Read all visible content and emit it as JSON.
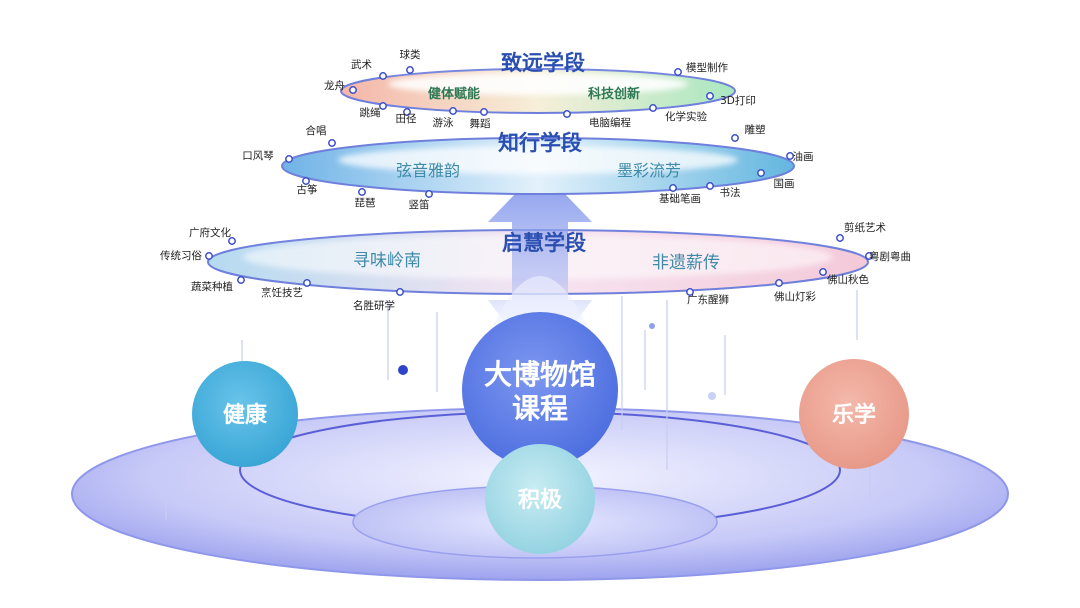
{
  "stages": {
    "top": {
      "title": "致远学段",
      "left_theme": "健体赋能",
      "right_theme": "科技创新",
      "items": [
        "武术",
        "球类",
        "龙舟",
        "跳绳",
        "田径",
        "游泳",
        "舞蹈",
        "电脑编程",
        "化学实验",
        "3D打印",
        "模型制作"
      ]
    },
    "middle": {
      "title": "知行学段",
      "left_theme": "弦音雅韵",
      "right_theme": "墨彩流芳",
      "items": [
        "合唱",
        "口风琴",
        "古筝",
        "琵琶",
        "竖笛",
        "基础笔画",
        "书法",
        "国画",
        "油画",
        "雕塑"
      ]
    },
    "bottom": {
      "title": "启慧学段",
      "left_theme": "寻味岭南",
      "right_theme": "非遗薪传",
      "items": [
        "广府文化",
        "传统习俗",
        "蔬菜种植",
        "烹饪技艺",
        "名胜研学",
        "广东醒狮",
        "佛山灯彩",
        "佛山秋色",
        "粤剧粤曲",
        "剪纸艺术"
      ]
    }
  },
  "core": {
    "center_line1": "大博物馆",
    "center_line2": "课程",
    "left": "健康",
    "right": "乐学",
    "bottom": "积极"
  },
  "colors": {
    "title_blue": "#2b4fb0",
    "theme_teal": "#3e8aa8",
    "theme_green": "#2f7a55",
    "center_circle": "#5c7de6",
    "left_circle": "#4db3df",
    "right_circle": "#eda696",
    "bottom_circle": "#a8dde8"
  }
}
